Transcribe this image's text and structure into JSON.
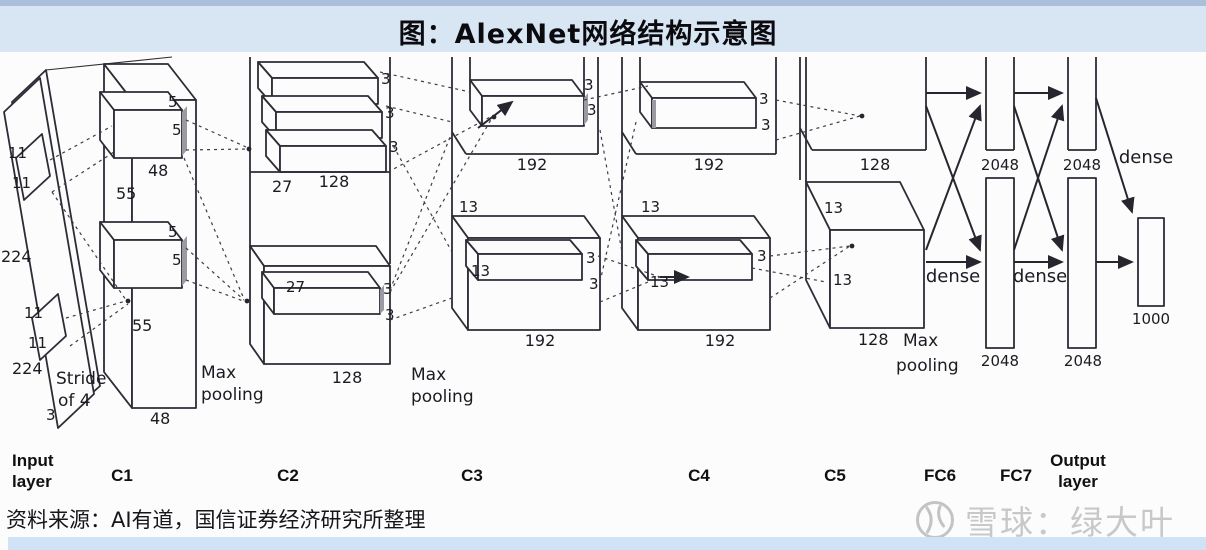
{
  "title": "图：AlexNet网络结构示意图",
  "source_note": "资料来源：AI有道，国信证券经济研究所整理",
  "watermark": {
    "text": "雪球：绿大叶"
  },
  "colors": {
    "band": "#d8e5f3",
    "band_edge": "#a9bfda",
    "stripe": "#cfe2f6",
    "ink": "#26262e",
    "watermark_gray": "#c8c8ca",
    "diagram_bg": "#fcfcfc"
  },
  "layers": [
    "Input layer",
    "C1",
    "C2",
    "C3",
    "C4",
    "C5",
    "FC6",
    "FC7",
    "Output layer"
  ],
  "ann": {
    "input": {
      "sizes": [
        "224",
        "224"
      ],
      "patches": [
        "11",
        "11",
        "11",
        "11"
      ],
      "depth": "3",
      "stride": [
        "Stride",
        "of 4"
      ]
    },
    "c1": {
      "sizes": [
        "55",
        "55"
      ],
      "kernels": [
        "5",
        "5",
        "5",
        "5"
      ],
      "depths": [
        "48",
        "48"
      ]
    },
    "c2": {
      "sizes": [
        "27",
        "27"
      ],
      "kernels_top": [
        "3",
        "3",
        "3"
      ],
      "kernels_bottom": [
        "3",
        "3"
      ],
      "depths": [
        "128",
        "128"
      ]
    },
    "c3": {
      "sizes": [
        "13",
        "13"
      ],
      "kernels_top": [
        "3",
        "3"
      ],
      "kernels_bottom": [
        "3",
        "3"
      ],
      "depths": [
        "192",
        "192"
      ]
    },
    "c4": {
      "sizes": [
        "13",
        "13"
      ],
      "kernels_top": [
        "3",
        "3"
      ],
      "kernels_bottom": [
        "3"
      ],
      "depths": [
        "192",
        "192"
      ]
    },
    "c5": {
      "sizes": [
        "13",
        "13"
      ],
      "depths": [
        "128",
        "128"
      ]
    },
    "fc6": {
      "units": [
        "2048",
        "2048"
      ]
    },
    "fc7": {
      "units": [
        "2048",
        "2048"
      ]
    },
    "output": {
      "units": "1000"
    },
    "max_pooling": [
      [
        "Max",
        "pooling"
      ],
      [
        "Max",
        "pooling"
      ],
      [
        "Max",
        "pooling"
      ]
    ],
    "dense": [
      "dense",
      "dense",
      "dense"
    ]
  }
}
